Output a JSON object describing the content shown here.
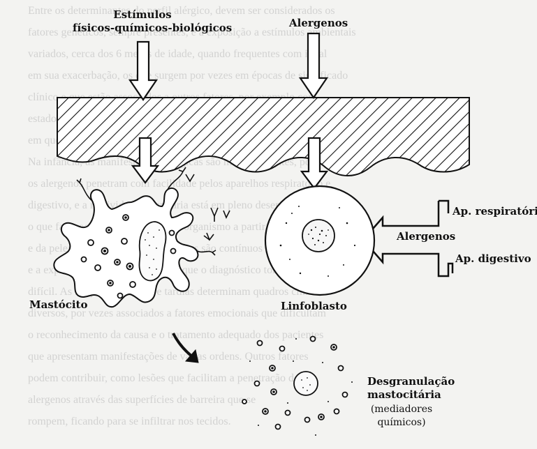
{
  "labels": {
    "stimuli_line1": "Estímulos",
    "stimuli_line2": "físicos-químicos-biológicos",
    "allergens_top": "Alergenos",
    "respiratory": "Ap. respiratório",
    "allergens_right": "Alergenos",
    "digestive": "Ap. digestivo",
    "mast_cell": "Mastócito",
    "lymphoblast": "Linfoblasto",
    "degranulation_line1": "Desgranulação",
    "degranulation_line2": "mastocitária",
    "degranulation_line3": "(mediadores",
    "degranulation_line4": "químicos)"
  },
  "background_text": [
    "Entre os determinantes do perfil alérgico, devem ser considerados os",
    "fatores genéticos, sempre presentes, e a exposição a estímulos ambientais",
    "variados, cerca dos 6 meses de idade, quando frequentes com igual",
    "em sua exacerbação, os que surgem por vezes em épocas de significado",
    "clínico e que estão associados a outros fatores, por exemplo com",
    "estados infecciosos e alterações do meio ambiente do indivíduo",
    "em questão.",
    "Na infância, as manifestações alérgicas são mais frequentes, porque",
    "os alergenos penetram com facilidade pelos aparelhos respiratório e",
    "digestivo, e a reatividade imunitária está em pleno desenvolvimento",
    "o que favorece a sensibilização do organismo a partir das mucosas",
    "e da pele; de modo geral, os estímulos são contínuos e variados",
    "e a exposição pode ser tão intensa que o diagnóstico torna-se",
    "difícil. As reações imediatas e tardias determinam quadros clínicos",
    "diversos, por vezes associados a fatores emocionais que dificultam",
    "o reconhecimento da causa e o tratamento adequado dos pacientes",
    "que apresentam manifestações de várias ordens. Outros fatores",
    "podem contribuir, como lesões que facilitam a penetração dos",
    "alergenos através das superfícies de barreira que se",
    "rompem, ficando para se infiltrar nos tecidos."
  ]
}
